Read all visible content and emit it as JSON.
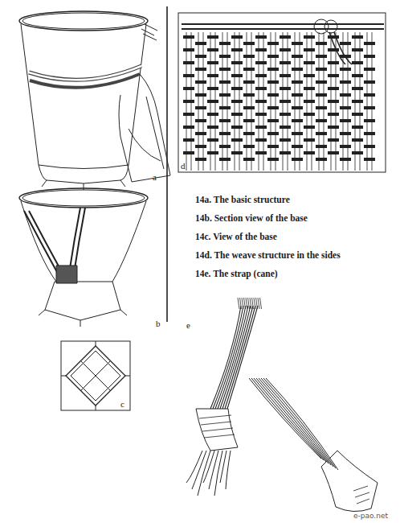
{
  "diagram": {
    "labels": [
      "a",
      "b",
      "c",
      "d",
      "14a. The basic structure",
      "14b. Section view of the base",
      "14c. View of the base",
      "14d. The weave structure in the sides",
      "14e. The strap (cane)",
      "e",
      "e-pao.net"
    ]
  }
}
